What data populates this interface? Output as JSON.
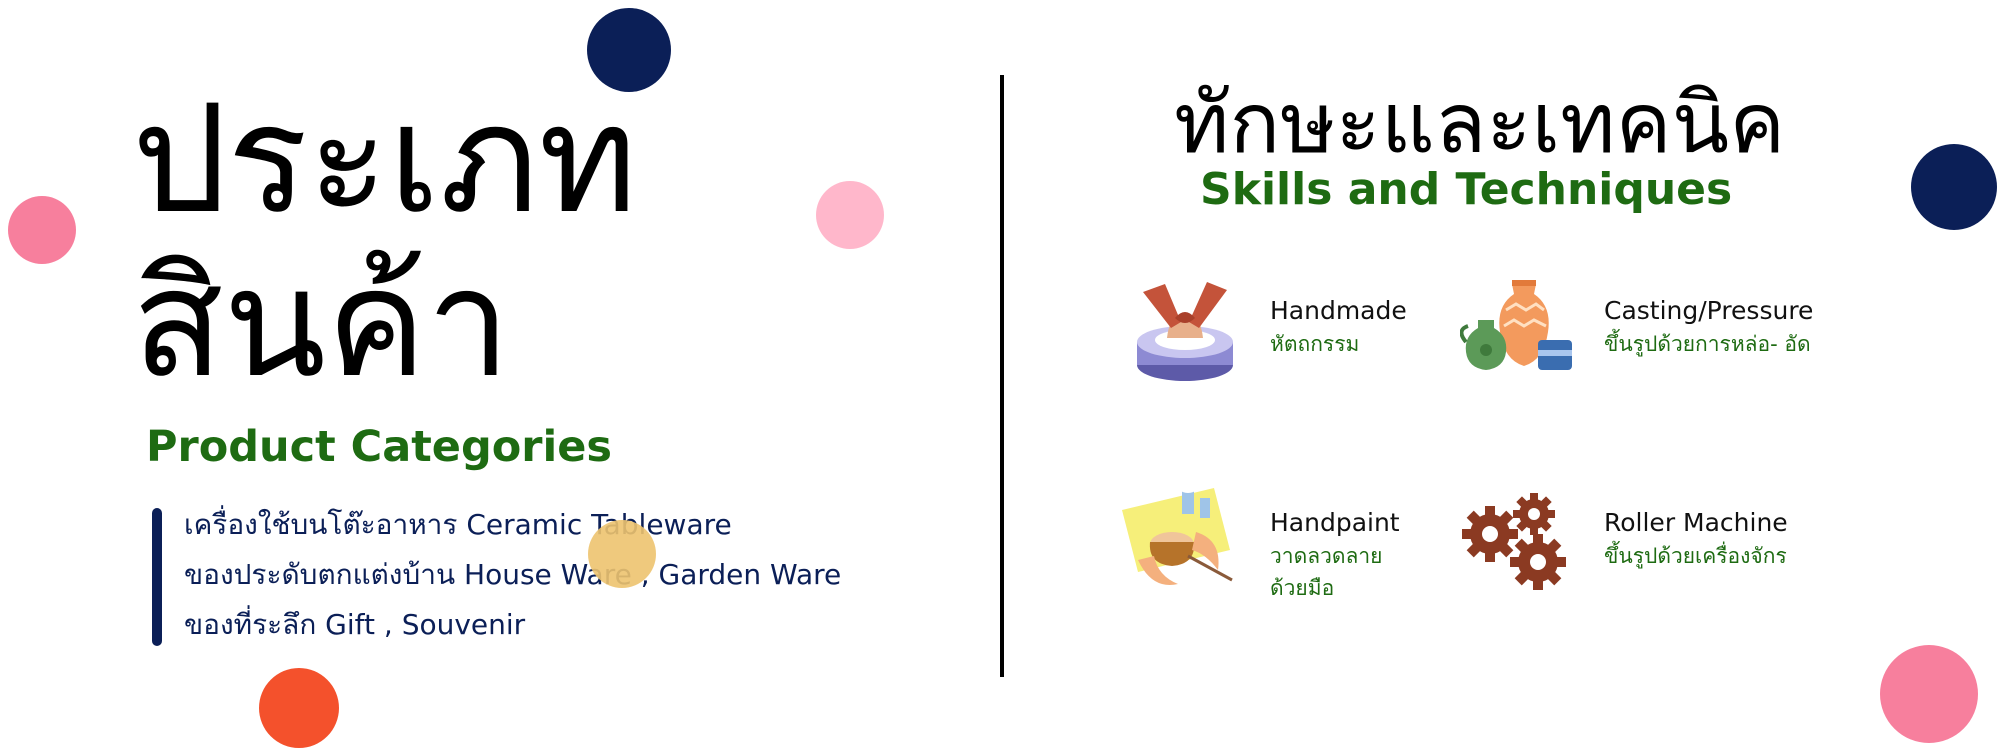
{
  "left": {
    "thai_title_line1": "ประเภท",
    "thai_title_line2": "สินค้า",
    "english_title": "Product Categories",
    "categories": [
      "เครื่องใช้บนโต๊ะอาหาร Ceramic Tableware",
      "ของประดับตกแต่งบ้าน House  Ware , Garden Ware",
      "ของที่ระลึก Gift , Souvenir"
    ]
  },
  "right": {
    "thai_title": "ทักษะและเทคนิค",
    "english_title": "Skills and Techniques",
    "skills": [
      {
        "icon": "pottery-wheel-icon",
        "english": "Handmade",
        "thai": "หัตถกรรม"
      },
      {
        "icon": "ceramic-vases-icon",
        "english": "Casting/Pressure",
        "thai": "ขึ้นรูปด้วยการหล่อ- อัด"
      },
      {
        "icon": "hand-painting-icon",
        "english": "Handpaint",
        "thai": "วาดลวดลายด้วยมือ"
      },
      {
        "icon": "gears-icon",
        "english": "Roller Machine",
        "thai": "ขึ้นรูปด้วยเครื่องจักร"
      }
    ]
  },
  "colors": {
    "navy": "#0b1f57",
    "green": "#1e6b12",
    "pink": "#f77f9d",
    "light_pink": "#ffb7cb",
    "orange": "#f4512c",
    "yellow": "#edc36f"
  }
}
